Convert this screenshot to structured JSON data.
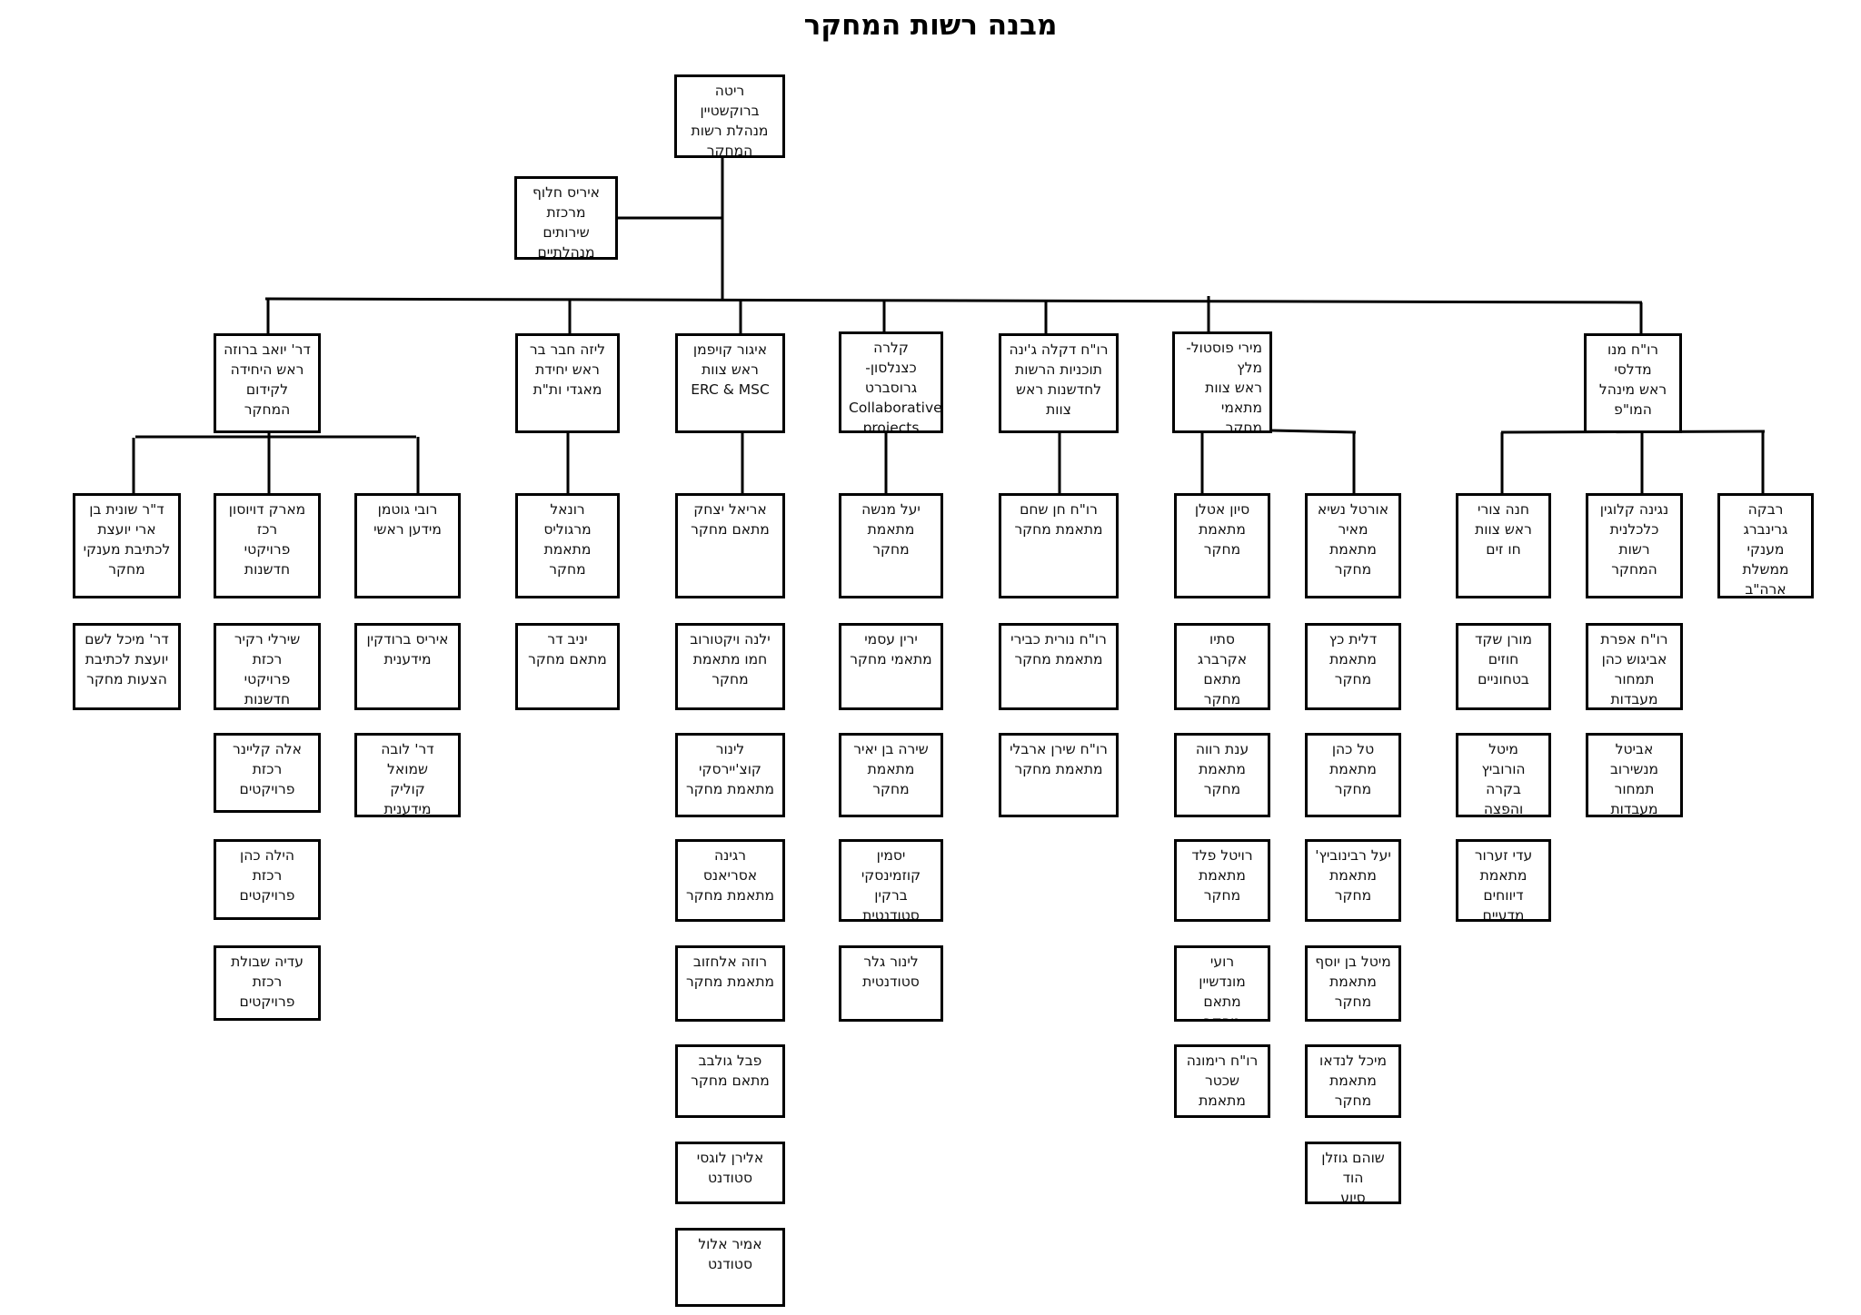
{
  "title": "מבנה רשות המחקר",
  "boxes": {
    "rita": "ריטה ברוקשטיין\nמנהלת רשות\nהמחקר",
    "iris_chaluf": "איריס חלוף\nמרכזת שירותים\nמנהלתיים",
    "yoav": "דר' יואב ברוזה\nראש היחידה\nלקידום המחקר",
    "liza": "ליזה חבר בר\nראש יחידת\nמאגדי ות\"ת",
    "igor": "איגור קויפמן\nראש צוות\nERC & MSC",
    "clara": "קלרה כצנלסון-\nגרוסברט\nCollaborative\nprojects ראש\nצוות",
    "dekla": "רו\"ח דקלה ג'ינה\nתוכניות הרשות\nלחדשנות ראש\nצוות",
    "miri": "מירי פוסטול-\nמלץ\nראש צוות\nמתאמי מחקר\nפקולטיים",
    "meni": "רו\"ח מנו מדלסי\nראש מינהל\nהמו\"פ",
    "shunit": "ד\"ר שונית בן\nארי יועצת\nלכתיבת מענקי\nמחקר",
    "mark": "מארק דויוסון רכז\nפרויקטי חדשנות",
    "rubi": "רובי גוטמן\nמידען ראשי",
    "ronel": "רונאל מרגוליס\nמתאמת מחקר",
    "ariel": "אריאל יצחק\nמתאם מחקר",
    "yael_m": "יעל מנשה\nמתאמת מחקר",
    "chen": "רו\"ח חן שחם\nמתאמת מחקר",
    "sivan": "סיון אטלן\nמתאמת מחקר",
    "ortal": "אורטל נשיא\nמאיר\nמתאמת מחקר",
    "chana": "חנה צורי\nראש צוות\nחו זים",
    "negina": "נגינה קלוגין\nכלכלנית רשות\nהמחקר",
    "rivka": "רבקה גרינברג\nמענקי ממשלת\nארה\"ב\nמענקים\nפדרליים",
    "michal_l": "דר' מיכל לשם\nיועצת לכתיבת\nהצעות מחקר",
    "shirli": "שירלי רקיר רכזת\nפרויקטי חדשנות\nוקשרי תעשיה",
    "ella": "אלה קליינר\nרכזת פרויקטים",
    "hila": "הילה כהן\nרכזת פרויקטים",
    "adia": "עדיה שבולת\nרכזת פרויקטים",
    "iris_b": "איריס ברודקין\nמידענית",
    "luba": "דר' לובה שמואל\nקוליק\nמידענית",
    "yaniv": "יניב דר\nמתאם מחקר",
    "yelena": "ילנה ויקטורוב\nחמו מתאמת\nמחקר",
    "linor_k": "לינור קוצ'יירסקי\nמתאמת מחקר",
    "regina": "רגינה אסריאנס\nמתאמת מחקר",
    "roza": "רוזה אלחזוב\nמתאמת מחקר",
    "pavel": "פבל גולבב\nמתאם מחקר",
    "eliran": "אלירן לוגסי\nסטודנט",
    "amir": "אמיר אלול\nסטודנט",
    "yarin": "ירין עסמי\nמתאמי מחקר",
    "shira": "שירה בן יאיר\nמתאמת מחקר",
    "yasmin": "יסמין קוזמינסקי\nברקין\nסטודנטית",
    "linor_g": "לינור גלר\nסטודנטית",
    "nurit": "רו\"ח נורית כבירי\nמתאמת מחקר",
    "shiran": "רו\"ח שירן ארבלי\nמתאמת מחקר",
    "satyo": "סתיו אקרברג\nמתאם מחקר",
    "anat": "ענת רווה\nמתאמת מחקר",
    "revital": "רויטל פלד\nמתאמת מחקר",
    "roi": "רועי\nמונדשיין\nמתאם מחקר",
    "rimona": "רו\"ח רימונה\nשכטר\nמתאמת מחקר",
    "dalit": "דלית כץ\nמתאמת מחקר",
    "tal": "טל כהן\nמתאמת מחקר",
    "yael_r": "יעל רבינוביץ'\nמתאמת מחקר",
    "meital_b": "מיטל בן יוסף\nמתאמת מחקר",
    "michal_la": "מיכל לנדאו\nמתאמת מחקר",
    "shoham": "שוהם גוזלן הוד\nסיוע למתאמי\nמחקר",
    "moran": "מורן שקד\nחוזים בטחוניים",
    "meital_h": "מיטל הורוביץ\nבקרה והפצה\nשל הודעות\nלחוקר",
    "adi": "עדי זערור\nמתאמת\nדיווחים מדעיים\nושבתונים",
    "efrat": "רו\"ח אפרת\nאביגוש כהן\nתמחור מעבדות",
    "avital": "אביטל\nמנשירוב\nתמחור\nמעבדות ודואר"
  }
}
